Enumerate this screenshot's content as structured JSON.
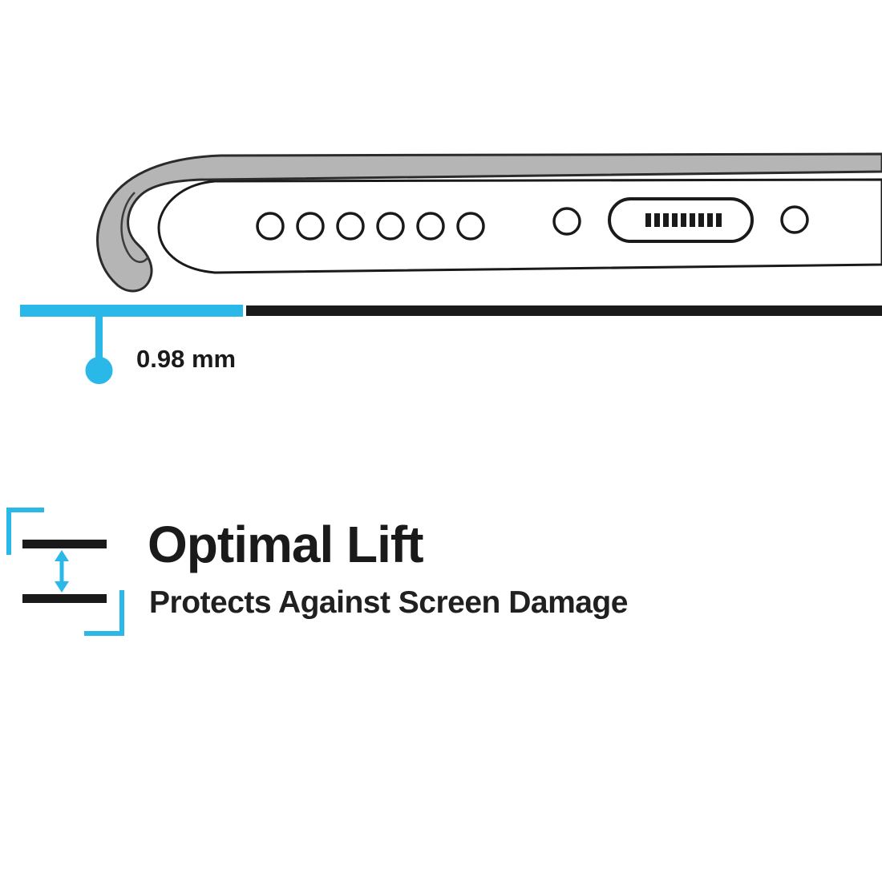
{
  "colors": {
    "accent_cyan": "#29b8e8",
    "ink": "#1a1a1a",
    "case_gray": "#b5b5b5"
  },
  "illustration": {
    "name": "phone-bottom-edge-in-case",
    "parts": [
      "case-corner-bumper-icon",
      "speaker-hole-icon",
      "microphone-hole-icon",
      "charging-port-icon",
      "screw-hole-icon"
    ]
  },
  "measurement": {
    "value": "0.98 mm"
  },
  "feature": {
    "title": "Optimal Lift",
    "subtitle": "Protects Against Screen Damage",
    "icon": "lift-gap-icon"
  }
}
